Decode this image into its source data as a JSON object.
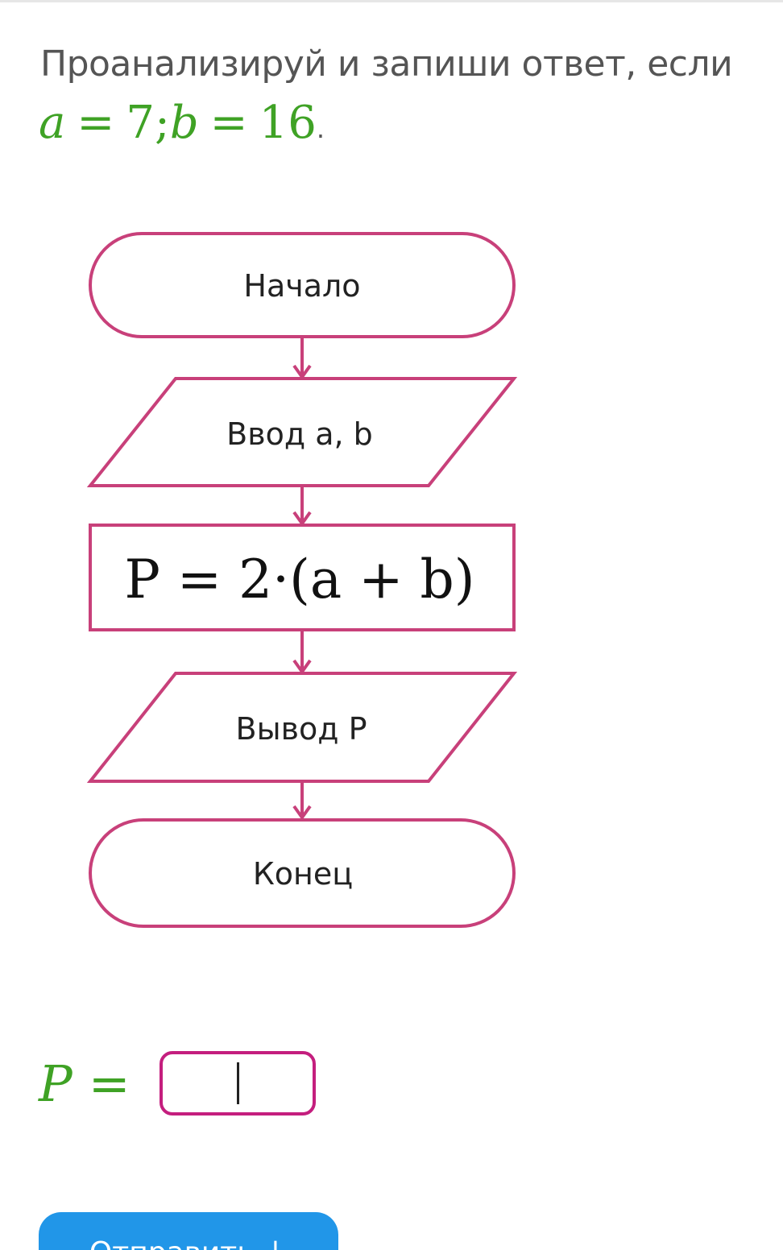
{
  "question": {
    "text": "Проанализируй и запиши ответ, если",
    "var_a": "a",
    "eq1": "=",
    "val_a": "7;",
    "var_b": "b",
    "eq2": "=",
    "val_b": "16",
    "period": "."
  },
  "flowchart": {
    "start": "Начало",
    "input": "Ввод a, b",
    "process": "P = 2·(a + b)",
    "output": "Вывод P",
    "end": "Конец",
    "border_color": "#c8407a"
  },
  "answer": {
    "var": "P",
    "eq": "=",
    "value": ""
  },
  "button": {
    "label": "Отправить ↓"
  },
  "colors": {
    "math_green": "#3fa225",
    "input_border": "#c41e7e",
    "button_blue": "#2196e8"
  }
}
